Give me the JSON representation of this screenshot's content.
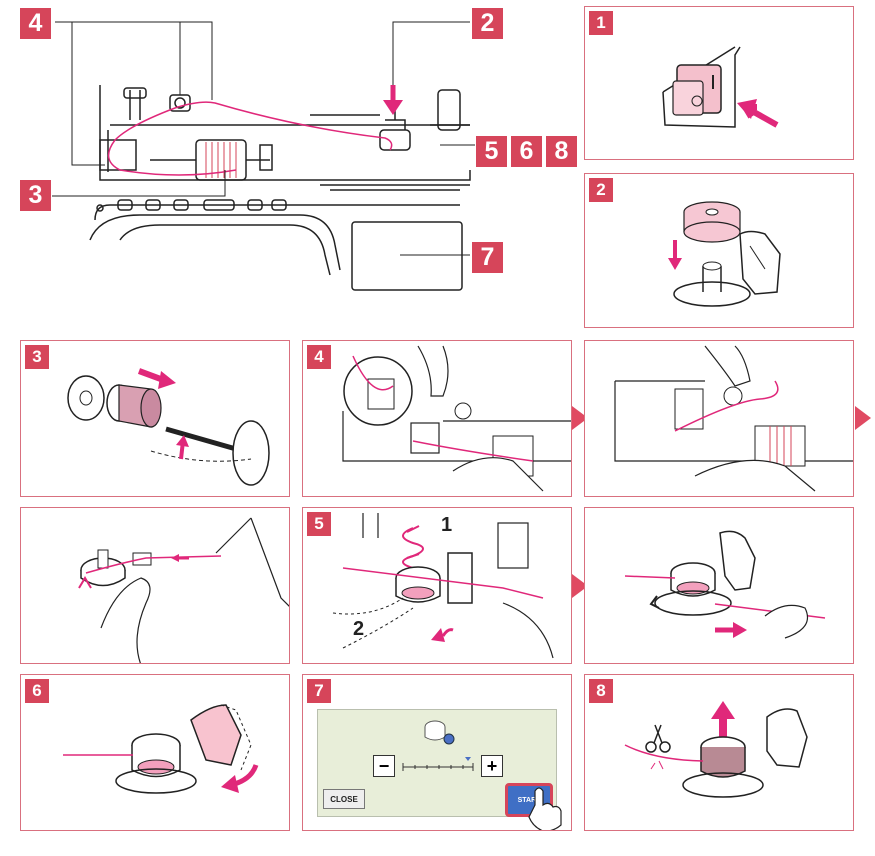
{
  "overview": {
    "callouts": [
      "4",
      "2",
      "3",
      "5",
      "6",
      "8",
      "7"
    ]
  },
  "steps": [
    {
      "number": "1"
    },
    {
      "number": "2"
    },
    {
      "number": "3"
    },
    {
      "number": "4"
    },
    {
      "number": "5",
      "sub_labels": [
        "1",
        "2"
      ]
    },
    {
      "number": "6"
    },
    {
      "number": "7"
    },
    {
      "number": "8"
    }
  ],
  "screen": {
    "minus_label": "−",
    "plus_label": "+",
    "close_label": "CLOSE",
    "start_label": "START"
  },
  "colors": {
    "badge": "#d6455a",
    "thread": "#e0287a",
    "panel_border": "#d9707f"
  }
}
